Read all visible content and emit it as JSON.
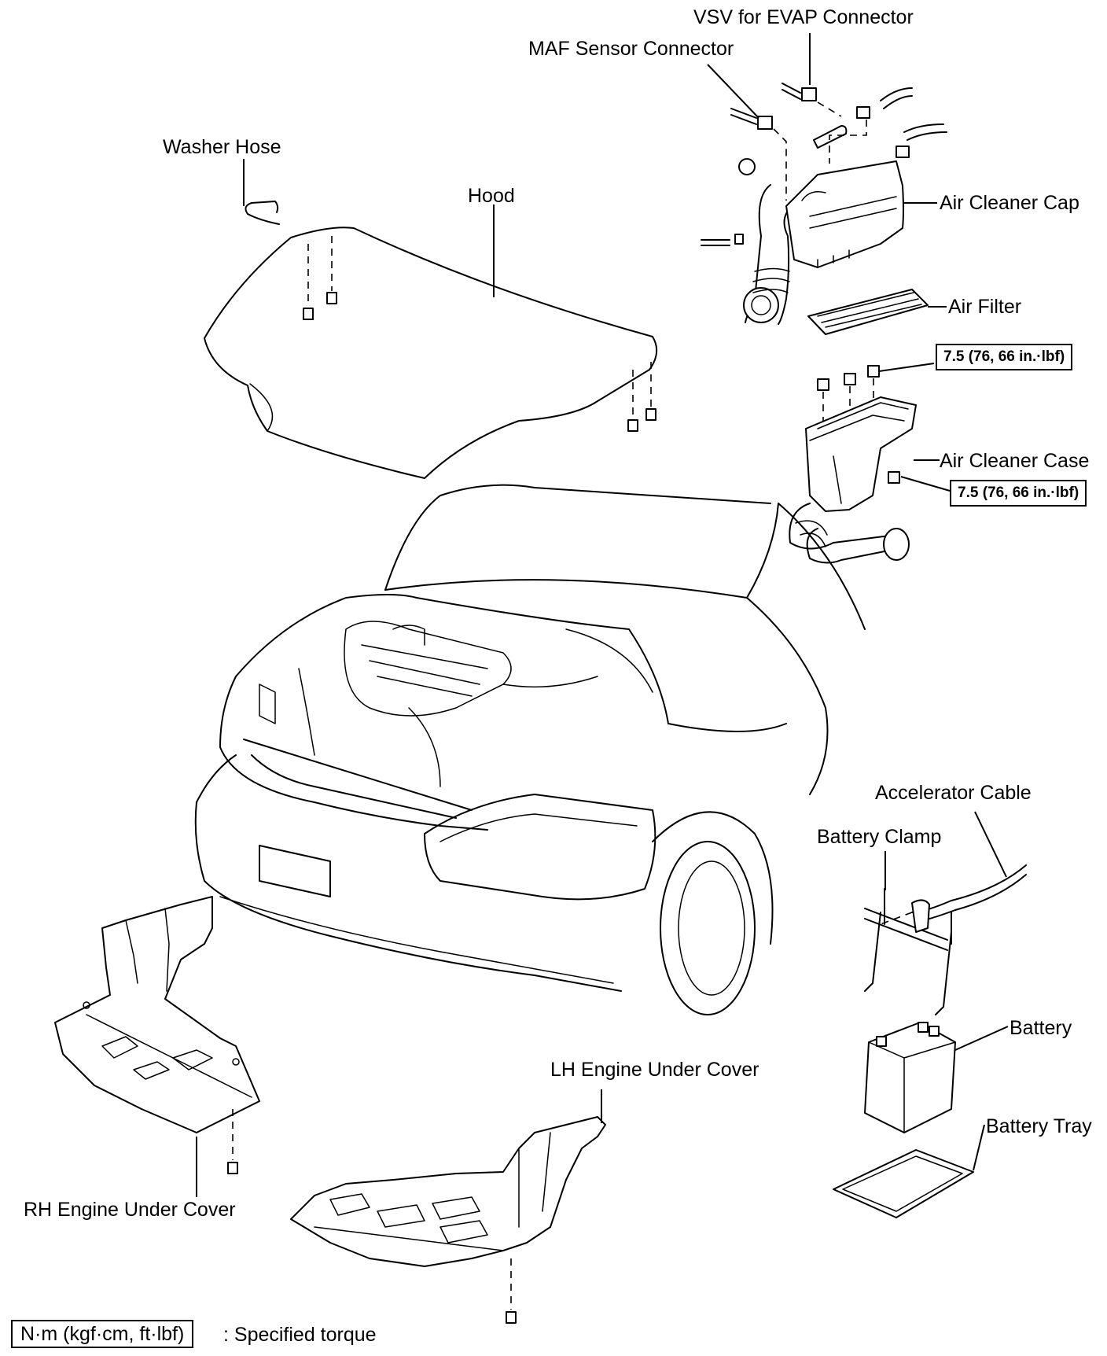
{
  "labels": {
    "vsv_evap_connector": "VSV for EVAP Connector",
    "maf_sensor_connector": "MAF Sensor Connector",
    "washer_hose": "Washer Hose",
    "hood": "Hood",
    "air_cleaner_cap": "Air Cleaner Cap",
    "air_filter": "Air Filter",
    "air_cleaner_case": "Air Cleaner Case",
    "accelerator_cable": "Accelerator Cable",
    "battery_clamp": "Battery Clamp",
    "battery": "Battery",
    "battery_tray": "Battery Tray",
    "lh_engine_under_cover": "LH Engine Under Cover",
    "rh_engine_under_cover": "RH Engine Under Cover"
  },
  "torque_specs": [
    "7.5 (76, 66 in.·lbf)",
    "7.5 (76, 66 in.·lbf)"
  ],
  "legend": {
    "unit_box": "N·m (kgf·cm, ft·lbf)",
    "description": ": Specified torque"
  }
}
